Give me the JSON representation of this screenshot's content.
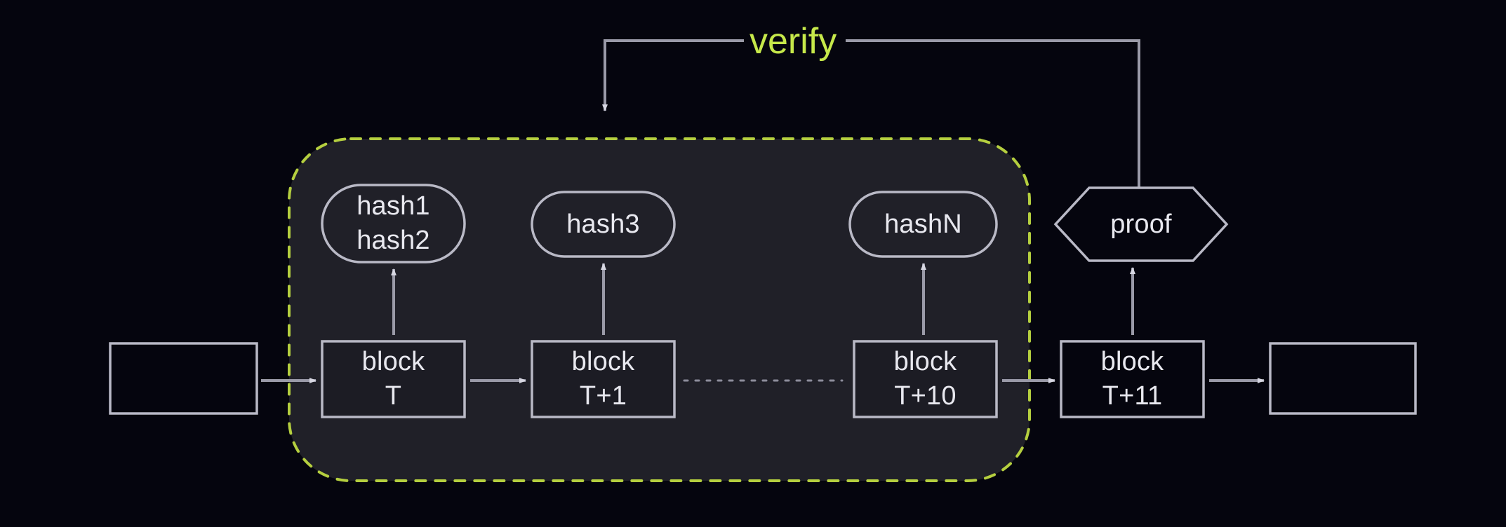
{
  "diagram": {
    "title": "blockchain rollup verify diagram",
    "colors": {
      "background": "#05050e",
      "group_fill": "#202028",
      "group_border": "#b5cf3f",
      "node_stroke": "#b9b9c6",
      "node_text": "#e8e8ef",
      "edge_stroke": "#9a9aa8",
      "accent": "#c6e84a"
    },
    "group": {
      "name": "rollup-batch-group",
      "border_style": "dashed"
    },
    "edge_labels": {
      "verify": "verify"
    },
    "nodes": {
      "prev_block": {
        "label": "",
        "shape": "rect"
      },
      "block_t": {
        "line1": "block",
        "line2": "T",
        "shape": "rect"
      },
      "block_t1": {
        "line1": "block",
        "line2": "T+1",
        "shape": "rect"
      },
      "block_t10": {
        "line1": "block",
        "line2": "T+10",
        "shape": "rect"
      },
      "block_t11": {
        "line1": "block",
        "line2": "T+11",
        "shape": "rect"
      },
      "next_block": {
        "label": "",
        "shape": "rect"
      },
      "hash12": {
        "line1": "hash1",
        "line2": "hash2",
        "shape": "stadium"
      },
      "hash3": {
        "line1": "hash3",
        "line2": "",
        "shape": "stadium"
      },
      "hashn": {
        "line1": "hashN",
        "line2": "",
        "shape": "stadium"
      },
      "proof": {
        "line1": "proof",
        "line2": "",
        "shape": "hexagon"
      }
    }
  }
}
